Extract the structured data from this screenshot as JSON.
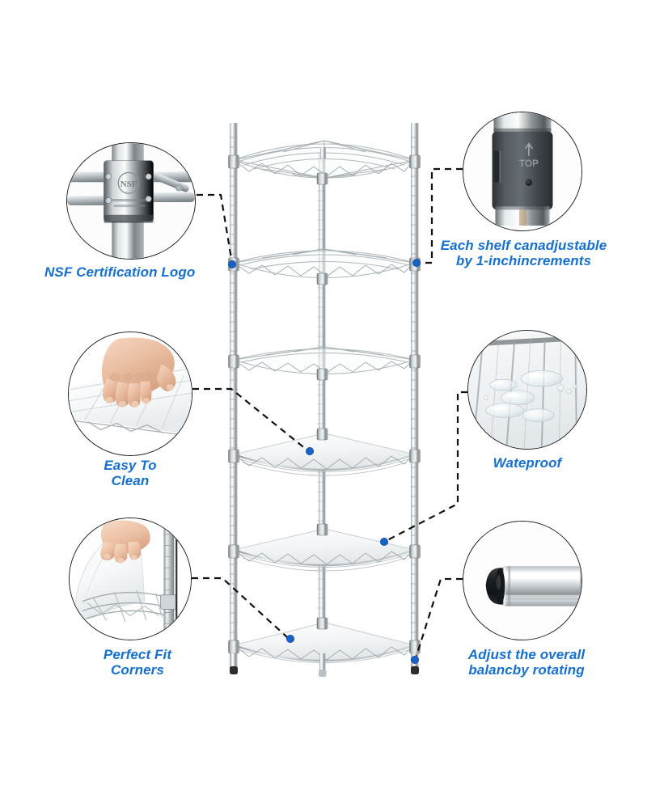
{
  "page": {
    "title": "Corner Wire Shelving Unit Feature Infographic",
    "background_color": "#ffffff",
    "label_color": "#1570d0",
    "leader_color": "#111111",
    "marker_color": "#1763c8"
  },
  "product": {
    "name": "5-tier corner wire shelving rack",
    "finish": "chrome",
    "shelf_count": 6,
    "shelf_type": "quarter-round wire shelf with white liner mat",
    "post_count": 3
  },
  "callouts": [
    {
      "id": "nsf",
      "label": "NSF Certification Logo",
      "image_name": "nsf-collar-closeup-photo",
      "position": "top-left"
    },
    {
      "id": "adjust",
      "label": "Each shelf canadjustable\nby 1-inchincrements",
      "image_name": "split-sleeve-collar-closeup-photo",
      "position": "top-right"
    },
    {
      "id": "clean",
      "label": "Easy To\nClean",
      "image_name": "hand-wiping-shelf-liner-photo",
      "position": "middle-left"
    },
    {
      "id": "waterproof",
      "label": "Wateproof",
      "image_name": "water-droplets-on-liner-photo",
      "position": "middle-right"
    },
    {
      "id": "corners",
      "label": "Perfect Fit\nCorners",
      "image_name": "hand-placing-corner-liner-photo",
      "position": "bottom-left"
    },
    {
      "id": "balance",
      "label": "Adjust the overall\nbalancby rotating",
      "image_name": "leveling-foot-closeup-photo",
      "position": "bottom-right"
    }
  ]
}
